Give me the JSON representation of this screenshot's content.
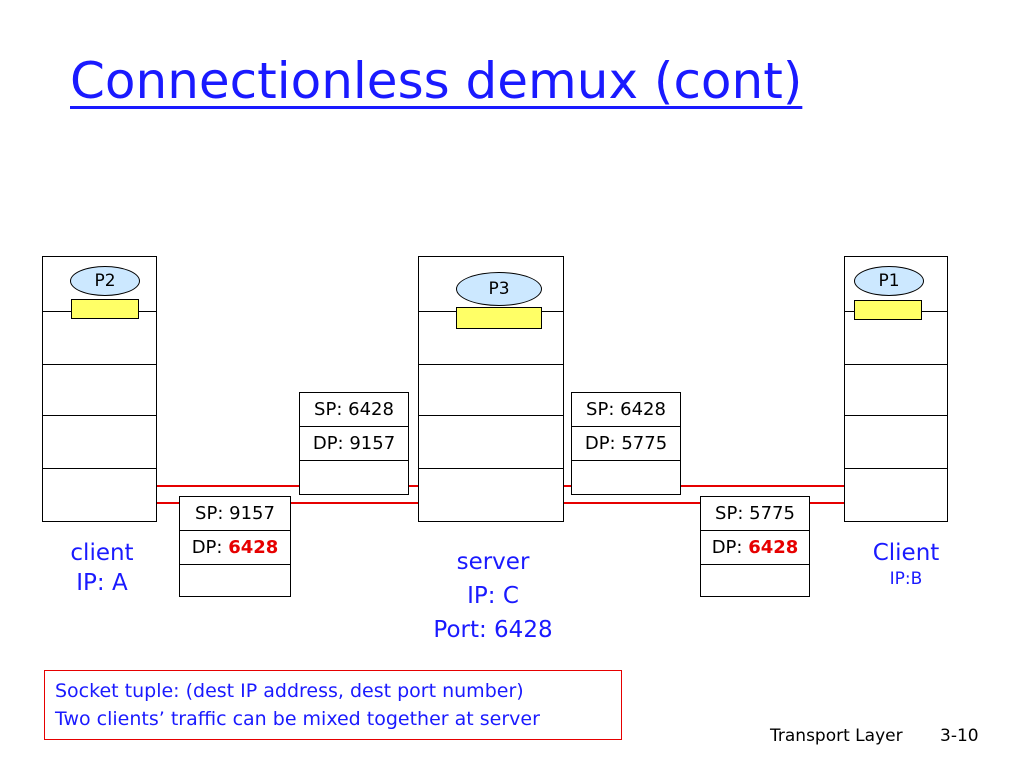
{
  "slide": {
    "title": "Connectionless demux (cont)",
    "footer_left": "Transport Layer",
    "footer_right": "3-10"
  },
  "hosts": {
    "client_a": {
      "label": "client",
      "sub": "IP: A",
      "process": "P2"
    },
    "server": {
      "label": "server",
      "sub": "IP: C",
      "port": "Port: 6428",
      "process": "P3"
    },
    "client_b": {
      "label": "Client",
      "sub": "IP:B",
      "process": "P1"
    }
  },
  "segments": {
    "a_to_server": {
      "sp_label": "SP:",
      "sp": "9157",
      "dp_label": "DP:",
      "dp": "6428"
    },
    "server_to_a": {
      "sp_label": "SP:",
      "sp": "6428",
      "dp_label": "DP:",
      "dp": "9157"
    },
    "server_to_b": {
      "sp_label": "SP:",
      "sp": "6428",
      "dp_label": "DP:",
      "dp": "5775"
    },
    "b_to_server": {
      "sp_label": "SP:",
      "sp": "5775",
      "dp_label": "DP:",
      "dp": "6428"
    }
  },
  "note": {
    "line1": "Socket tuple: (dest IP address, dest port number)",
    "line2": "Two clients’ traffic can be mixed together at server"
  },
  "colors": {
    "title": "#1a1aff",
    "wire": "#e60000",
    "socket": "#ffff66",
    "process": "#cce8ff"
  }
}
